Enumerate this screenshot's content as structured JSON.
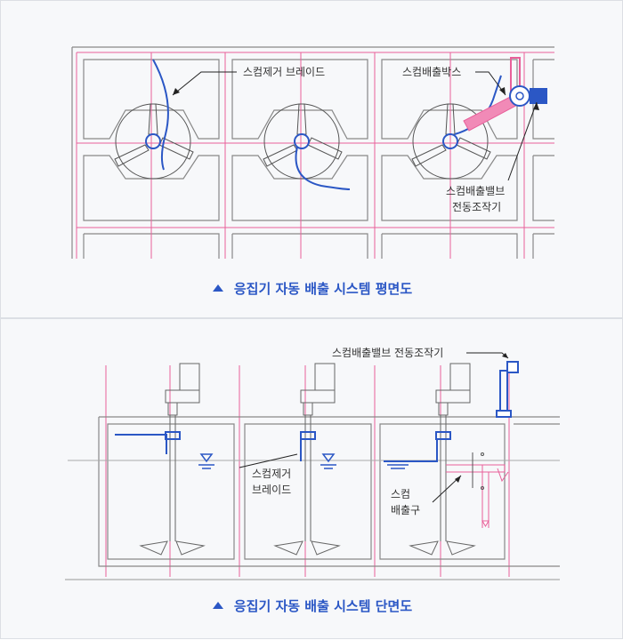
{
  "top": {
    "labels": {
      "skim_blade": "스컴제거 브레이드",
      "skim_box": "스컴배출박스",
      "valve_line1": "스컴배출밸브",
      "valve_line2": "전동조작기"
    },
    "caption": "응집기 자동 배출 시스템 평면도"
  },
  "bottom": {
    "labels": {
      "valve_actuator": "스컴배출밸브 전동조작기",
      "blade_line1": "스컴제거",
      "blade_line2": "브레이드",
      "outlet_line1": "스컴",
      "outlet_line2": "배출구"
    },
    "caption": "응집기 자동 배출 시스템 단면도"
  },
  "colors": {
    "accent": "#2b57c5",
    "pink": "#e8609a",
    "gray": "#8a8a8a"
  }
}
